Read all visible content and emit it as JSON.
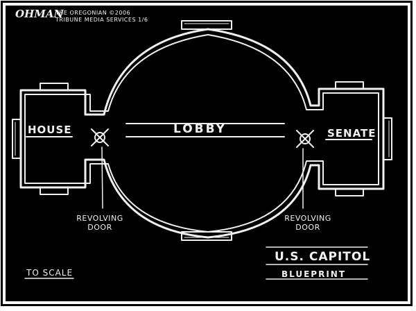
{
  "credit": {
    "signature": "OHMAN",
    "line1": "THE OREGONIAN ©2006",
    "line2": "TRIBUNE MEDIA SERVICES 1/6"
  },
  "labels": {
    "house": "HOUSE",
    "senate": "SENATE",
    "lobby": "LOBBY",
    "left_door": "REVOLVING DOOR",
    "right_door": "REVOLVING DOOR",
    "scale": "TO SCALE",
    "title": "U.S. CAPITOL",
    "subtitle": "BLUEPRINT"
  },
  "colors": {
    "background": "#000000",
    "ink": "#ffffff"
  }
}
